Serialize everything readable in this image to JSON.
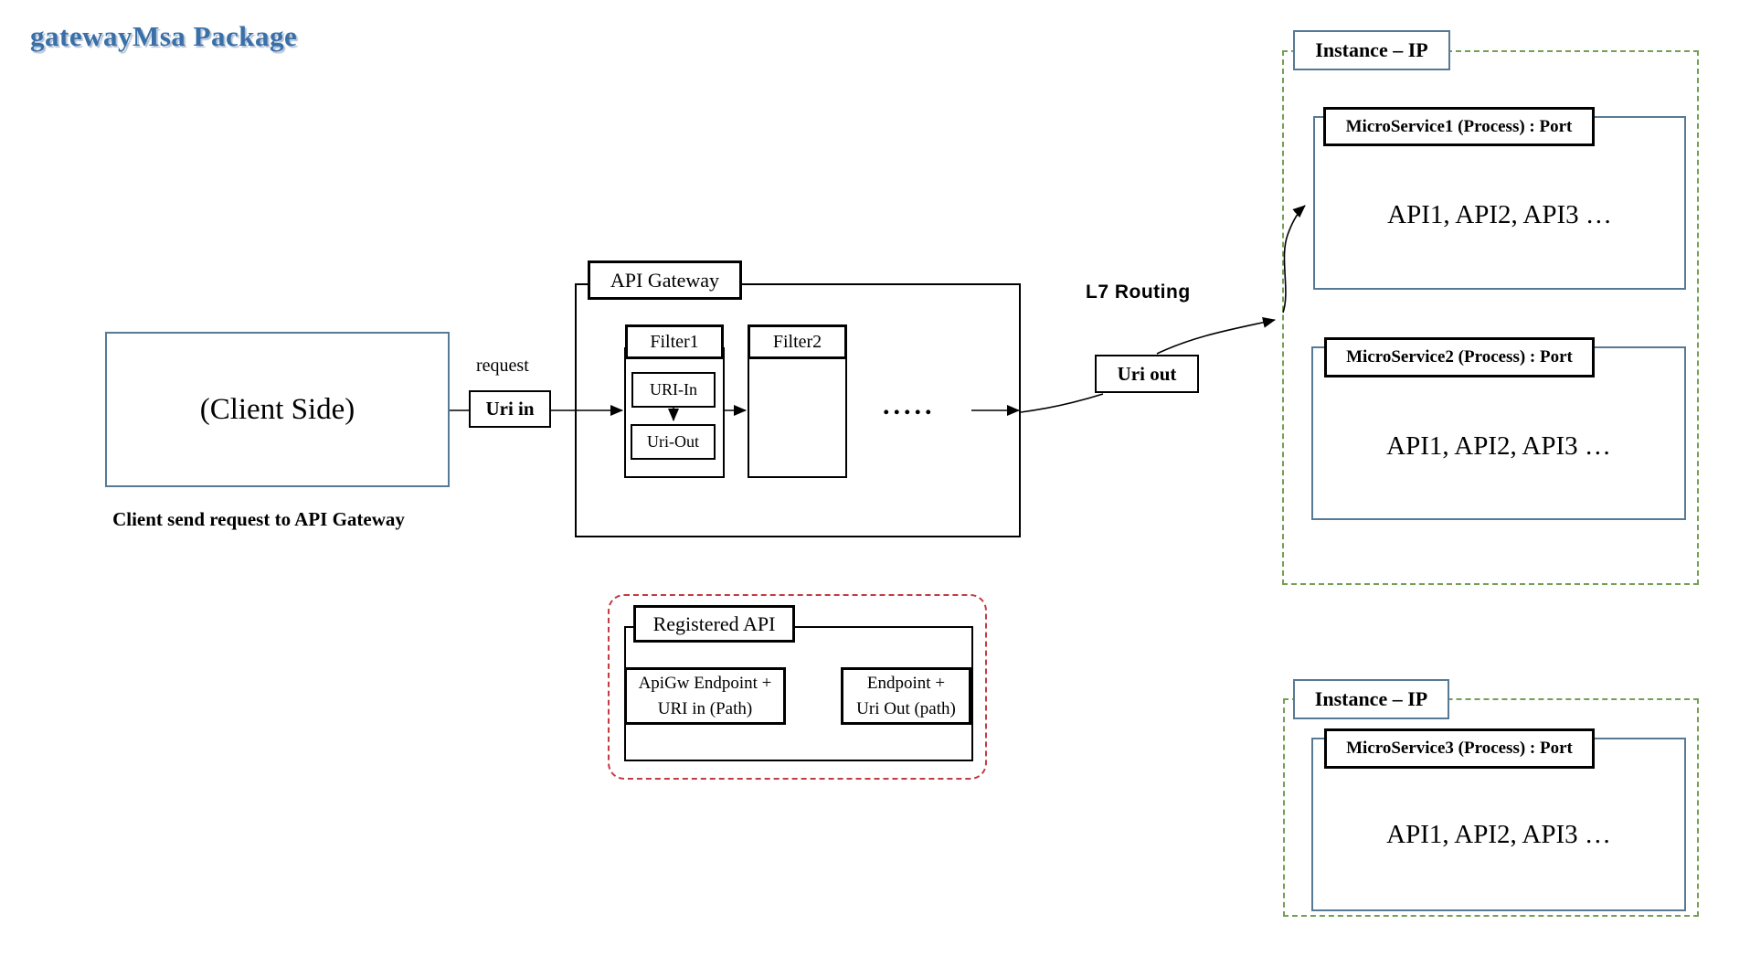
{
  "page": {
    "title": "gatewayMsa Package"
  },
  "client": {
    "label": "(Client Side)",
    "caption": "Client send request to API Gateway",
    "request_label": "request",
    "uri_in_label": "Uri in"
  },
  "gateway": {
    "title": "API Gateway",
    "filter1": {
      "title": "Filter1",
      "uri_in": "URI-In",
      "uri_out": "Uri-Out"
    },
    "filter2": {
      "title": "Filter2"
    },
    "ellipsis": ".....",
    "l7_routing_label": "L7 Routing",
    "uri_out_label": "Uri out"
  },
  "registered_api": {
    "title": "Registered API",
    "left_box": {
      "line1": "ApiGw Endpoint +",
      "line2": "URI in (Path)"
    },
    "right_box": {
      "line1": "Endpoint +",
      "line2": "Uri Out (path)"
    }
  },
  "instances": [
    {
      "label": "Instance – IP",
      "services": [
        {
          "title": "MicroService1 (Process) : Port",
          "apis": "API1, API2, API3 …"
        },
        {
          "title": "MicroService2 (Process) : Port",
          "apis": "API1, API2, API3 …"
        }
      ]
    },
    {
      "label": "Instance – IP",
      "services": [
        {
          "title": "MicroService3 (Process) : Port",
          "apis": "API1, API2, API3 …"
        }
      ]
    }
  ],
  "colors": {
    "title_blue": "#3a70a8",
    "box_blue": "#567a96",
    "green_dash": "#74a053",
    "red_dash": "#c23b43",
    "line_black": "#000000"
  }
}
